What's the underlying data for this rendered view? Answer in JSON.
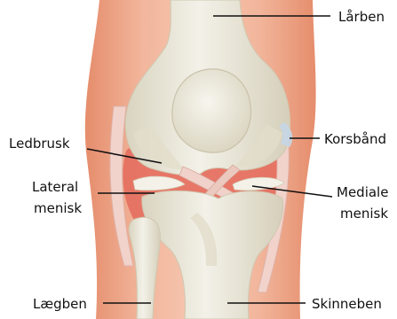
{
  "labels": {
    "femur": "Lårben",
    "cartilage": "Ledbrusk",
    "cruciate_ligament": "Korsbånd",
    "lateral_meniscus_line1": "Lateral",
    "lateral_meniscus_line2": "menisk",
    "medial_meniscus_line1": "Mediale",
    "medial_meniscus_line2": "menisk",
    "fibula": "Lægben",
    "tibia": "Skinneben"
  },
  "colors": {
    "skin": "#e99a7c",
    "skin_light": "#f3c0a8",
    "bone": "#ece9dc",
    "bone_shadow": "#d6d1bd",
    "cartilage": "#f4f1ea",
    "ligament": "#f2d4cd",
    "joint_red": "#e45a4e",
    "ligament_blue": "#c9d8e6"
  }
}
